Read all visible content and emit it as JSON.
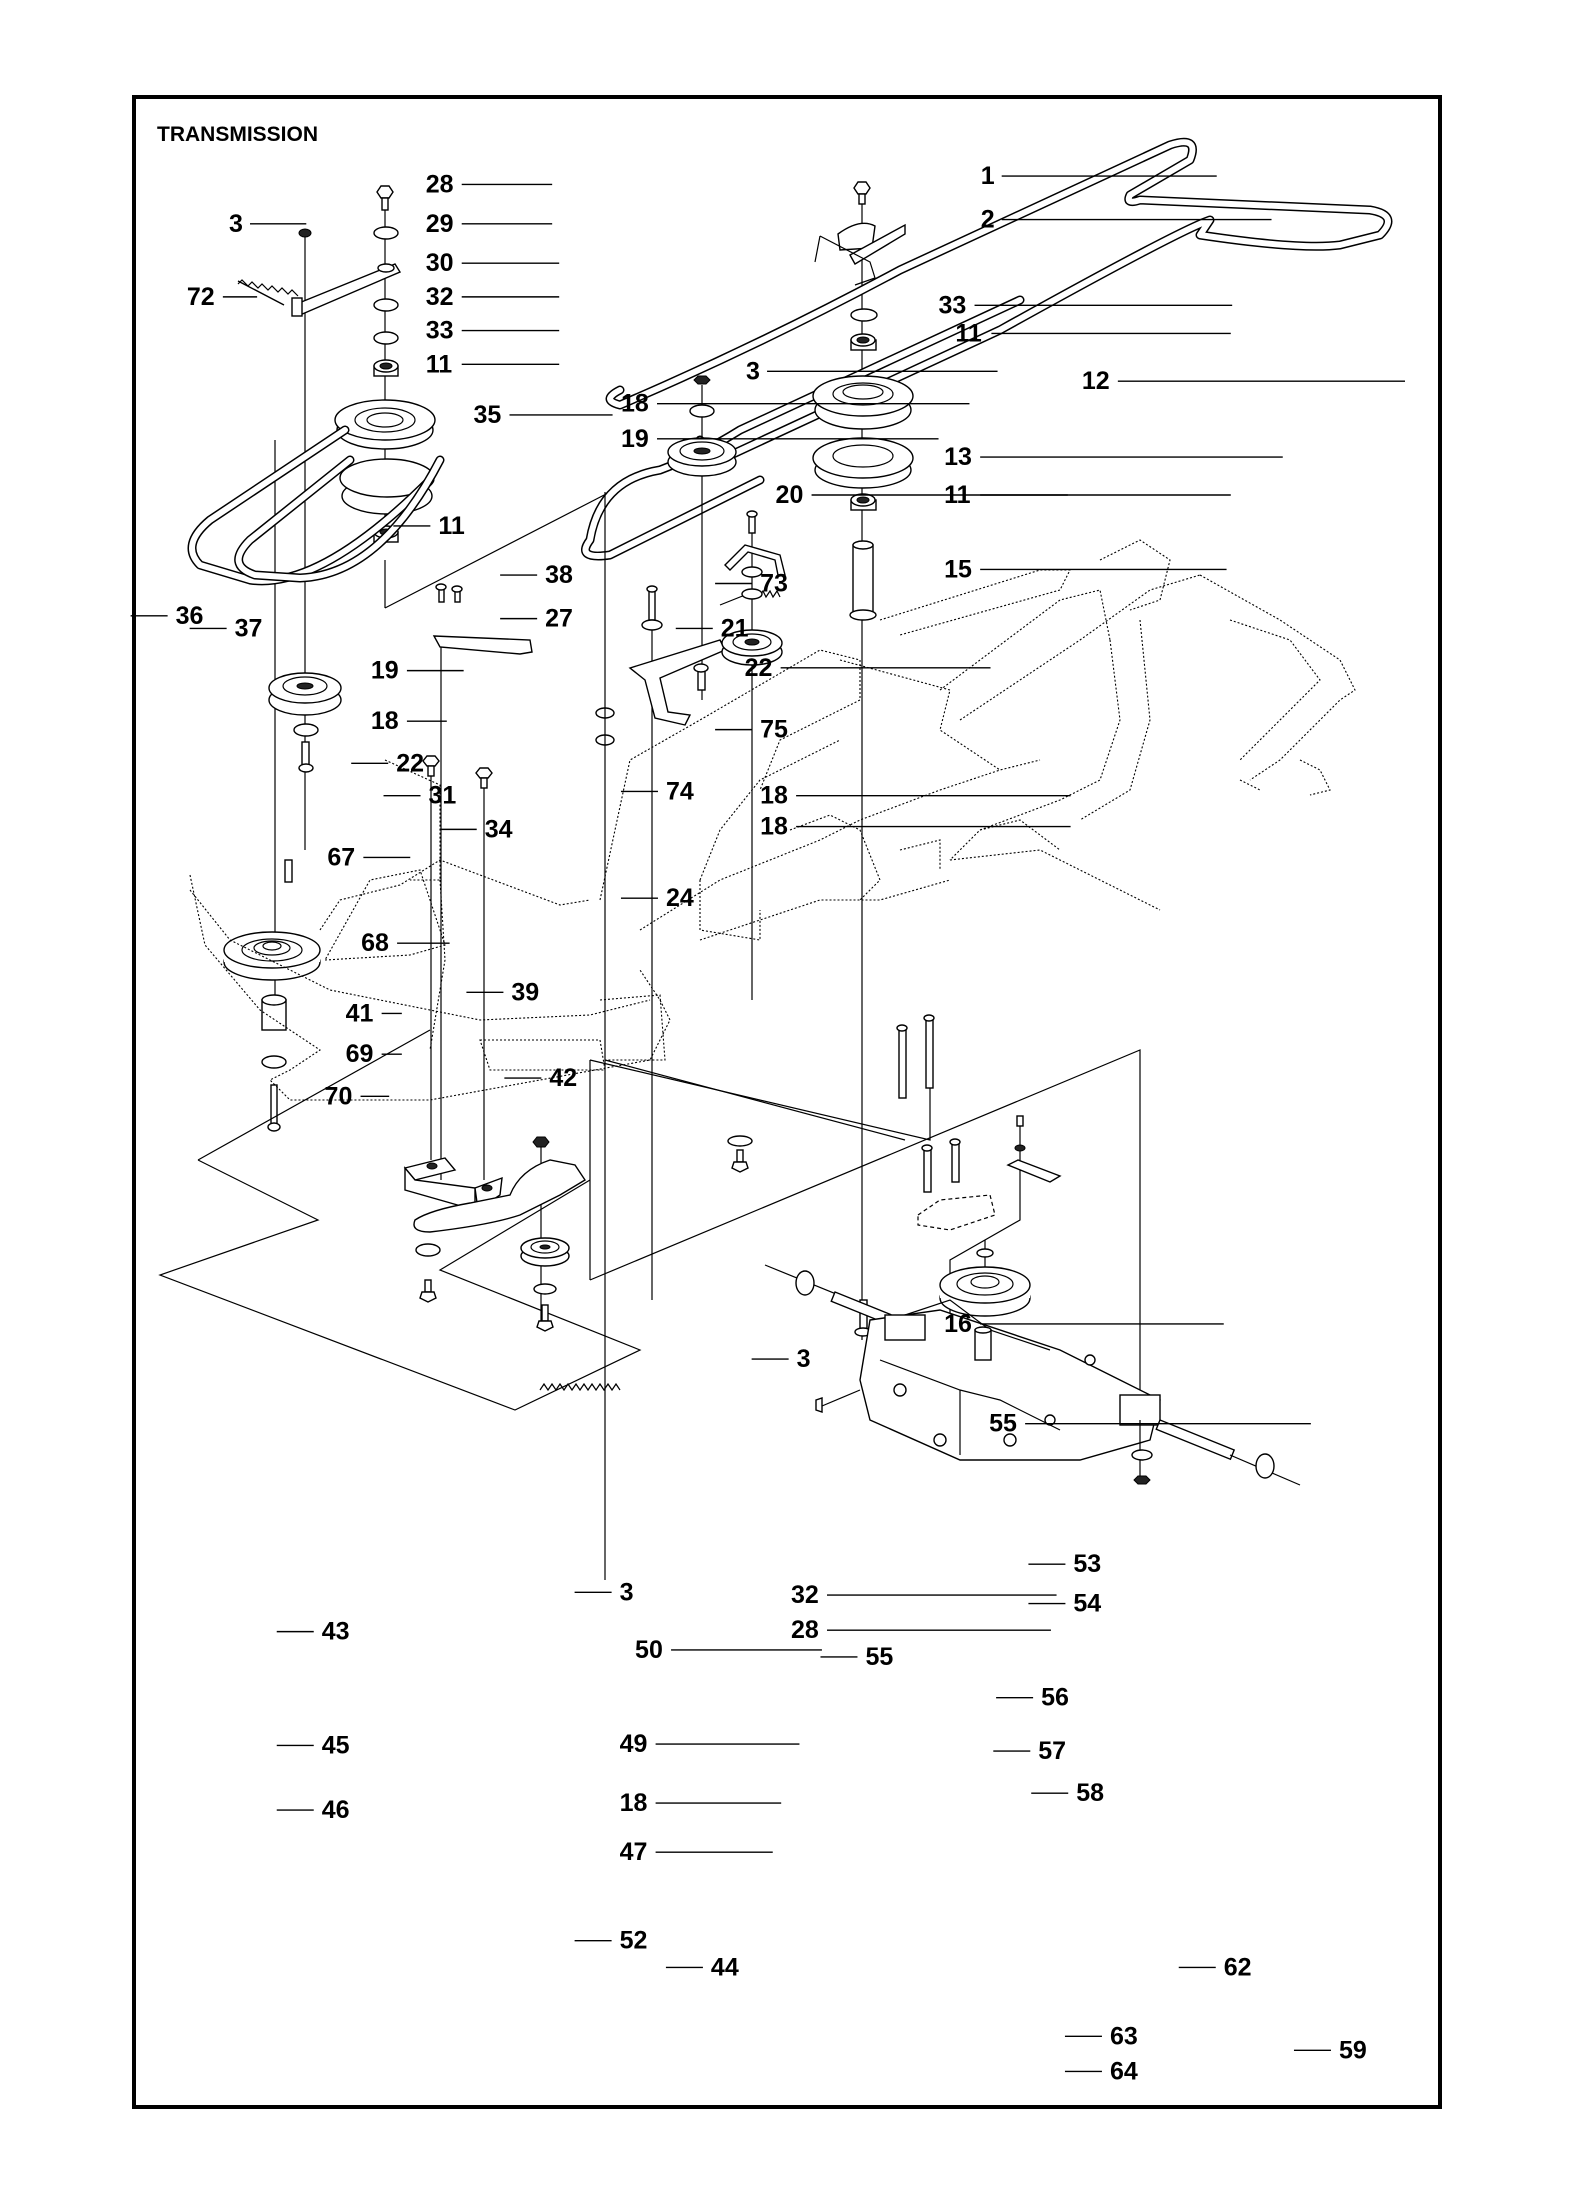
{
  "title": "TRANSMISSION",
  "callouts": [
    {
      "id": "c28a",
      "label": "28"
    },
    {
      "id": "c3a",
      "label": "3"
    },
    {
      "id": "c29",
      "label": "29"
    },
    {
      "id": "c30",
      "label": "30"
    },
    {
      "id": "c72",
      "label": "72"
    },
    {
      "id": "c32a",
      "label": "32"
    },
    {
      "id": "c33a",
      "label": "33"
    },
    {
      "id": "c11a",
      "label": "11"
    },
    {
      "id": "c35",
      "label": "35"
    },
    {
      "id": "c11b",
      "label": "11"
    },
    {
      "id": "c36",
      "label": "36"
    },
    {
      "id": "c37",
      "label": "37"
    },
    {
      "id": "c19a",
      "label": "19"
    },
    {
      "id": "c18a",
      "label": "18"
    },
    {
      "id": "c22a",
      "label": "22"
    },
    {
      "id": "c31",
      "label": "31"
    },
    {
      "id": "c34",
      "label": "34"
    },
    {
      "id": "c67",
      "label": "67"
    },
    {
      "id": "c68",
      "label": "68"
    },
    {
      "id": "c41",
      "label": "41"
    },
    {
      "id": "c69",
      "label": "69"
    },
    {
      "id": "c70",
      "label": "70"
    },
    {
      "id": "c39",
      "label": "39"
    },
    {
      "id": "c42",
      "label": "42"
    },
    {
      "id": "c1",
      "label": "1"
    },
    {
      "id": "c2",
      "label": "2"
    },
    {
      "id": "c33b",
      "label": "33"
    },
    {
      "id": "c11c",
      "label": "11"
    },
    {
      "id": "c12",
      "label": "12"
    },
    {
      "id": "c13",
      "label": "13"
    },
    {
      "id": "c11d",
      "label": "11"
    },
    {
      "id": "c15",
      "label": "15"
    },
    {
      "id": "c3b",
      "label": "3"
    },
    {
      "id": "c18b",
      "label": "18"
    },
    {
      "id": "c19b",
      "label": "19"
    },
    {
      "id": "c20",
      "label": "20"
    },
    {
      "id": "c38",
      "label": "38"
    },
    {
      "id": "c27",
      "label": "27"
    },
    {
      "id": "c73",
      "label": "73"
    },
    {
      "id": "c21",
      "label": "21"
    },
    {
      "id": "c22b",
      "label": "22"
    },
    {
      "id": "c75",
      "label": "75"
    },
    {
      "id": "c74",
      "label": "74"
    },
    {
      "id": "c18c",
      "label": "18"
    },
    {
      "id": "c18d",
      "label": "18"
    },
    {
      "id": "c24",
      "label": "24"
    },
    {
      "id": "c16",
      "label": "16"
    },
    {
      "id": "c3c",
      "label": "3"
    },
    {
      "id": "c55a",
      "label": "55"
    },
    {
      "id": "c3d",
      "label": "3"
    },
    {
      "id": "c32b",
      "label": "32"
    },
    {
      "id": "c28b",
      "label": "28"
    },
    {
      "id": "c43",
      "label": "43"
    },
    {
      "id": "c50",
      "label": "50"
    },
    {
      "id": "c45",
      "label": "45"
    },
    {
      "id": "c49",
      "label": "49"
    },
    {
      "id": "c46",
      "label": "46"
    },
    {
      "id": "c18e",
      "label": "18"
    },
    {
      "id": "c47",
      "label": "47"
    },
    {
      "id": "c52",
      "label": "52"
    },
    {
      "id": "c53",
      "label": "53"
    },
    {
      "id": "c54",
      "label": "54"
    },
    {
      "id": "c55b",
      "label": "55"
    },
    {
      "id": "c56",
      "label": "56"
    },
    {
      "id": "c57",
      "label": "57"
    },
    {
      "id": "c58",
      "label": "58"
    },
    {
      "id": "c44",
      "label": "44"
    },
    {
      "id": "c62",
      "label": "62"
    },
    {
      "id": "c63",
      "label": "63"
    },
    {
      "id": "c64",
      "label": "64"
    },
    {
      "id": "c59",
      "label": "59"
    }
  ]
}
